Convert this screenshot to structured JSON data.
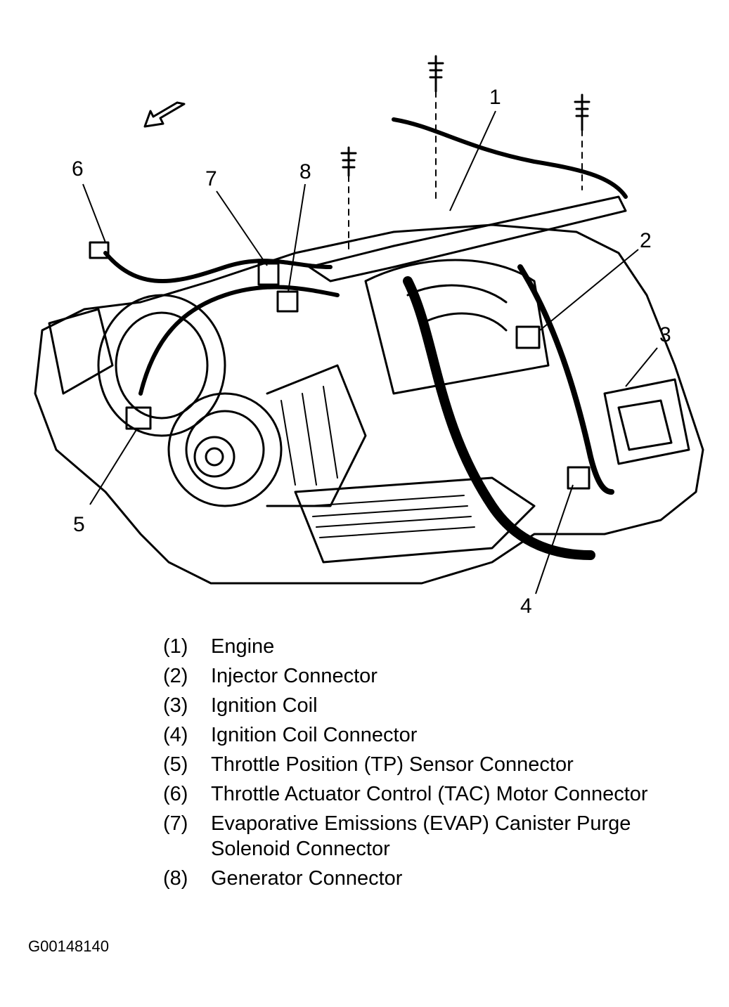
{
  "callouts": [
    "1",
    "2",
    "3",
    "4",
    "5",
    "6",
    "7",
    "8"
  ],
  "legend": [
    {
      "num": "(1)",
      "text": "Engine"
    },
    {
      "num": "(2)",
      "text": "Injector Connector"
    },
    {
      "num": "(3)",
      "text": "Ignition Coil"
    },
    {
      "num": "(4)",
      "text": "Ignition Coil Connector"
    },
    {
      "num": "(5)",
      "text": "Throttle Position (TP) Sensor Connector"
    },
    {
      "num": "(6)",
      "text": "Throttle Actuator Control (TAC) Motor Connector"
    },
    {
      "num": "(7)",
      "text": "Evaporative Emissions (EVAP) Canister Purge Solenoid Connector"
    },
    {
      "num": "(8)",
      "text": "Generator Connector"
    }
  ],
  "figure_id": "G00148140",
  "icons": {
    "direction_arrow": "front-arrow-icon"
  },
  "colors": {
    "line": "#000000",
    "background": "#ffffff"
  }
}
